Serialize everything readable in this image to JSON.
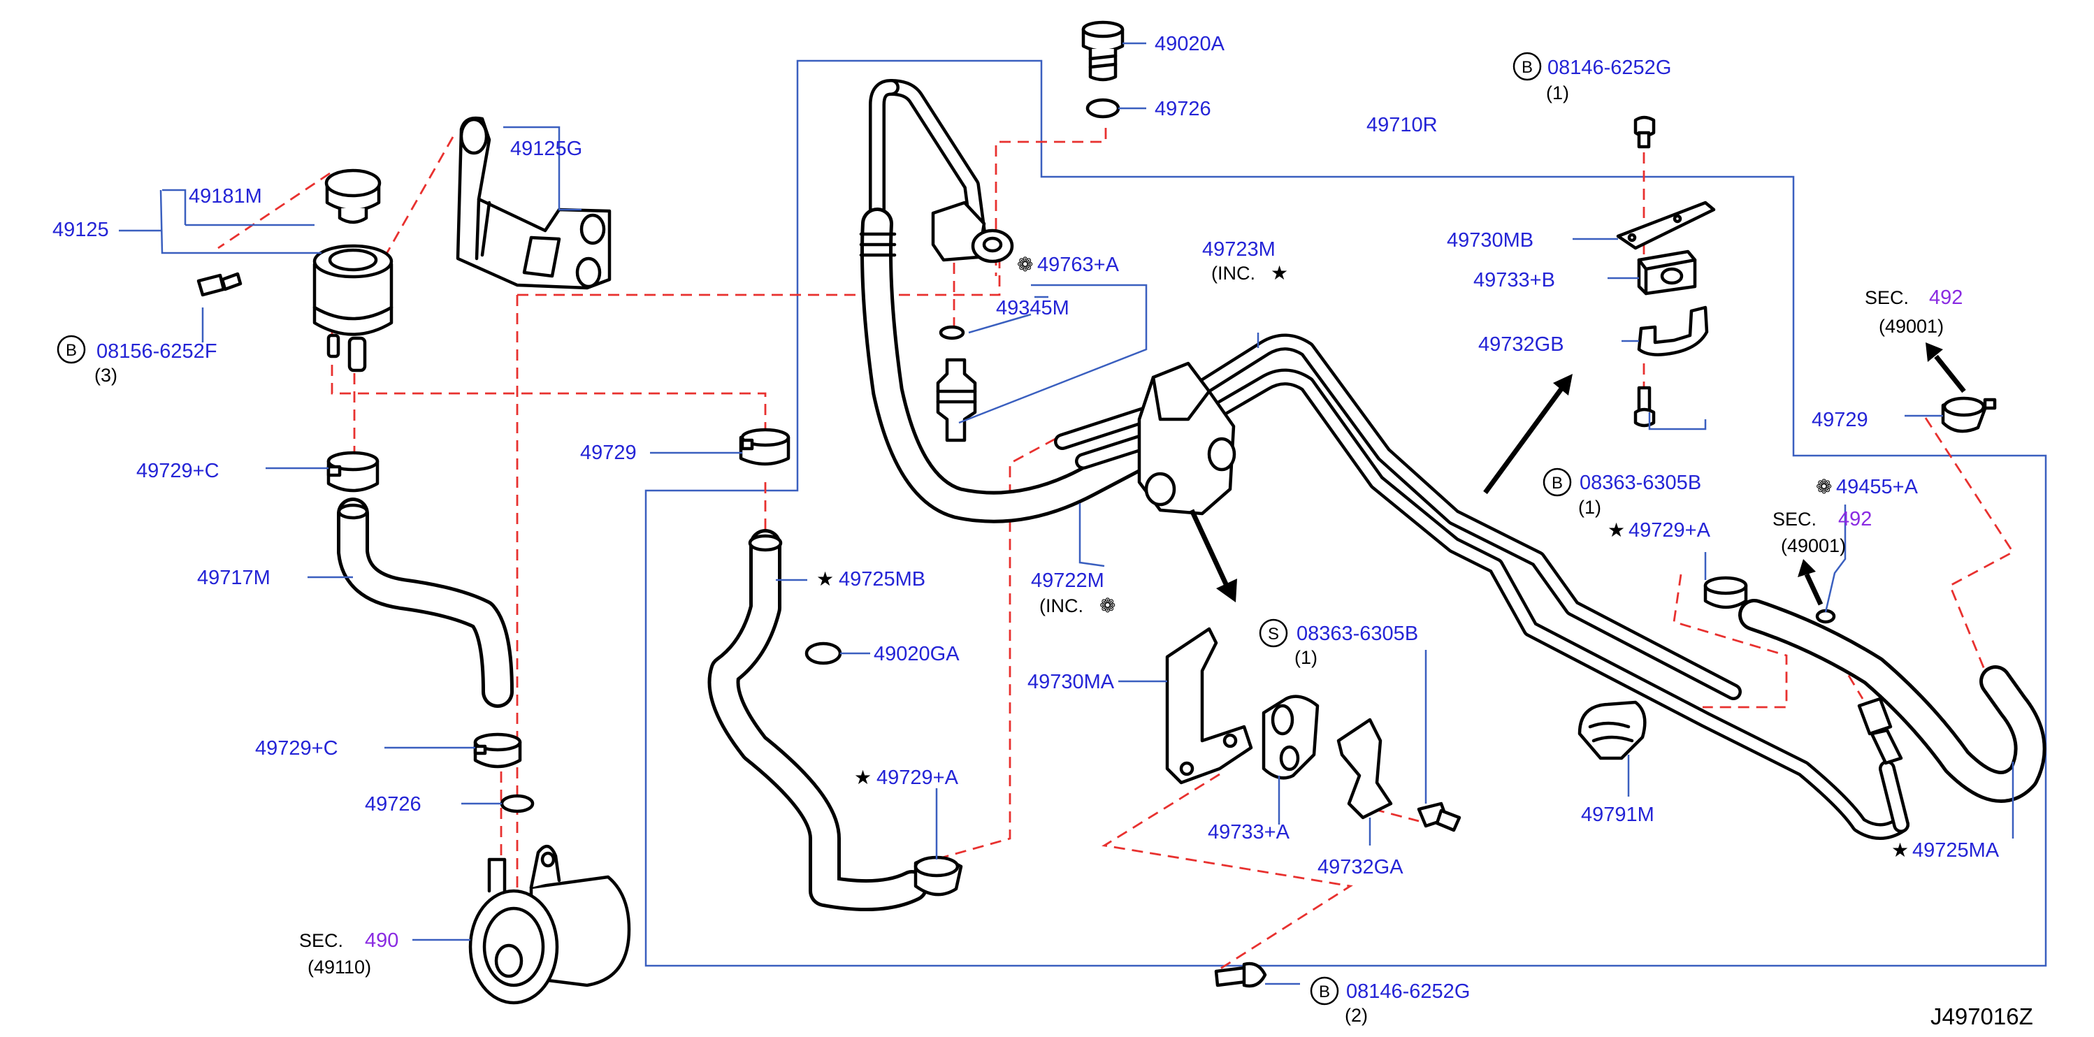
{
  "diagram_id": "J497016Z",
  "symbols": {
    "star": "★",
    "flower": "❁"
  },
  "labels": {
    "p49020A": "49020A",
    "p49726_top": "49726",
    "p49710R": "49710R",
    "p49125G": "49125G",
    "p49181M": "49181M",
    "p49125": "49125",
    "b08156": "08156-6252F",
    "b08156_qty": "(3)",
    "p49763A": "49763+A",
    "p49345M": "49345M",
    "p49723M": "49723M",
    "p49723M_inc": "(INC.",
    "b08146_top": "08146-6252G",
    "b08146_top_qty": "(1)",
    "p49730MB": "49730MB",
    "p49733B": "49733+B",
    "p49732GB": "49732GB",
    "sec492_right": "SEC.",
    "sec492_right_num": "492",
    "sec492_right_code": "(49001)",
    "p49729_right": "49729",
    "p49729C_top": "49729+C",
    "p49729_mid": "49729",
    "b08363_right": "08363-6305B",
    "b08363_right_qty": "(1)",
    "p49455A": "49455+A",
    "sec492_mid": "SEC.",
    "sec492_mid_num": "492",
    "sec492_mid_code": "(49001)",
    "p49729A_right": "49729+A",
    "p49717M": "49717M",
    "p49725MB": "49725MB",
    "p49722M": "49722M",
    "p49722M_inc": "(INC.",
    "s08363": "08363-6305B",
    "s08363_qty": "(1)",
    "p49020GA": "49020GA",
    "p49730MA": "49730MA",
    "p49729C_bot": "49729+C",
    "p49729A_left": "49729+A",
    "p49791M": "49791M",
    "p49726_bot": "49726",
    "p49733A": "49733+A",
    "p49725MA": "49725MA",
    "p49732GA": "49732GA",
    "sec490": "SEC.",
    "sec490_num": "490",
    "sec490_code": "(49110)",
    "b08146_bot": "08146-6252G",
    "b08146_bot_qty": "(2)",
    "circle_b": "B",
    "circle_s": "S"
  },
  "colors": {
    "label_blue": "#2424d6",
    "leader_blue": "#3a5fbf",
    "dashed_red": "#e8312f",
    "section_purple": "#8a2be2",
    "line_black": "#000000"
  }
}
